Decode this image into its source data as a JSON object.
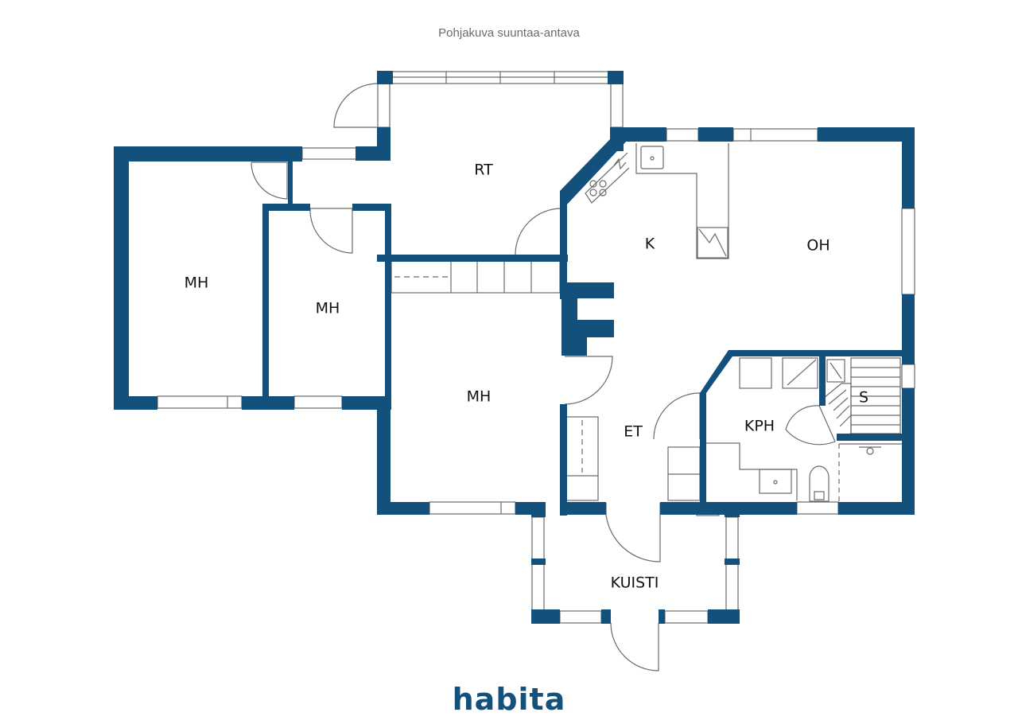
{
  "caption": "Pohjakuva suuntaa-antava",
  "colors": {
    "wall": "#14507c",
    "fixture_line": "#555555",
    "window": "#14507c",
    "background": "#ffffff"
  },
  "rooms": {
    "rt": "RT",
    "k": "K",
    "oh": "OH",
    "mh_left": "MH",
    "mh_mid": "MH",
    "mh_center": "MH",
    "et": "ET",
    "kph": "KPH",
    "s": "S",
    "kuisti": "KUISTI"
  },
  "brand": {
    "name": "habita",
    "color": "#14507c"
  }
}
